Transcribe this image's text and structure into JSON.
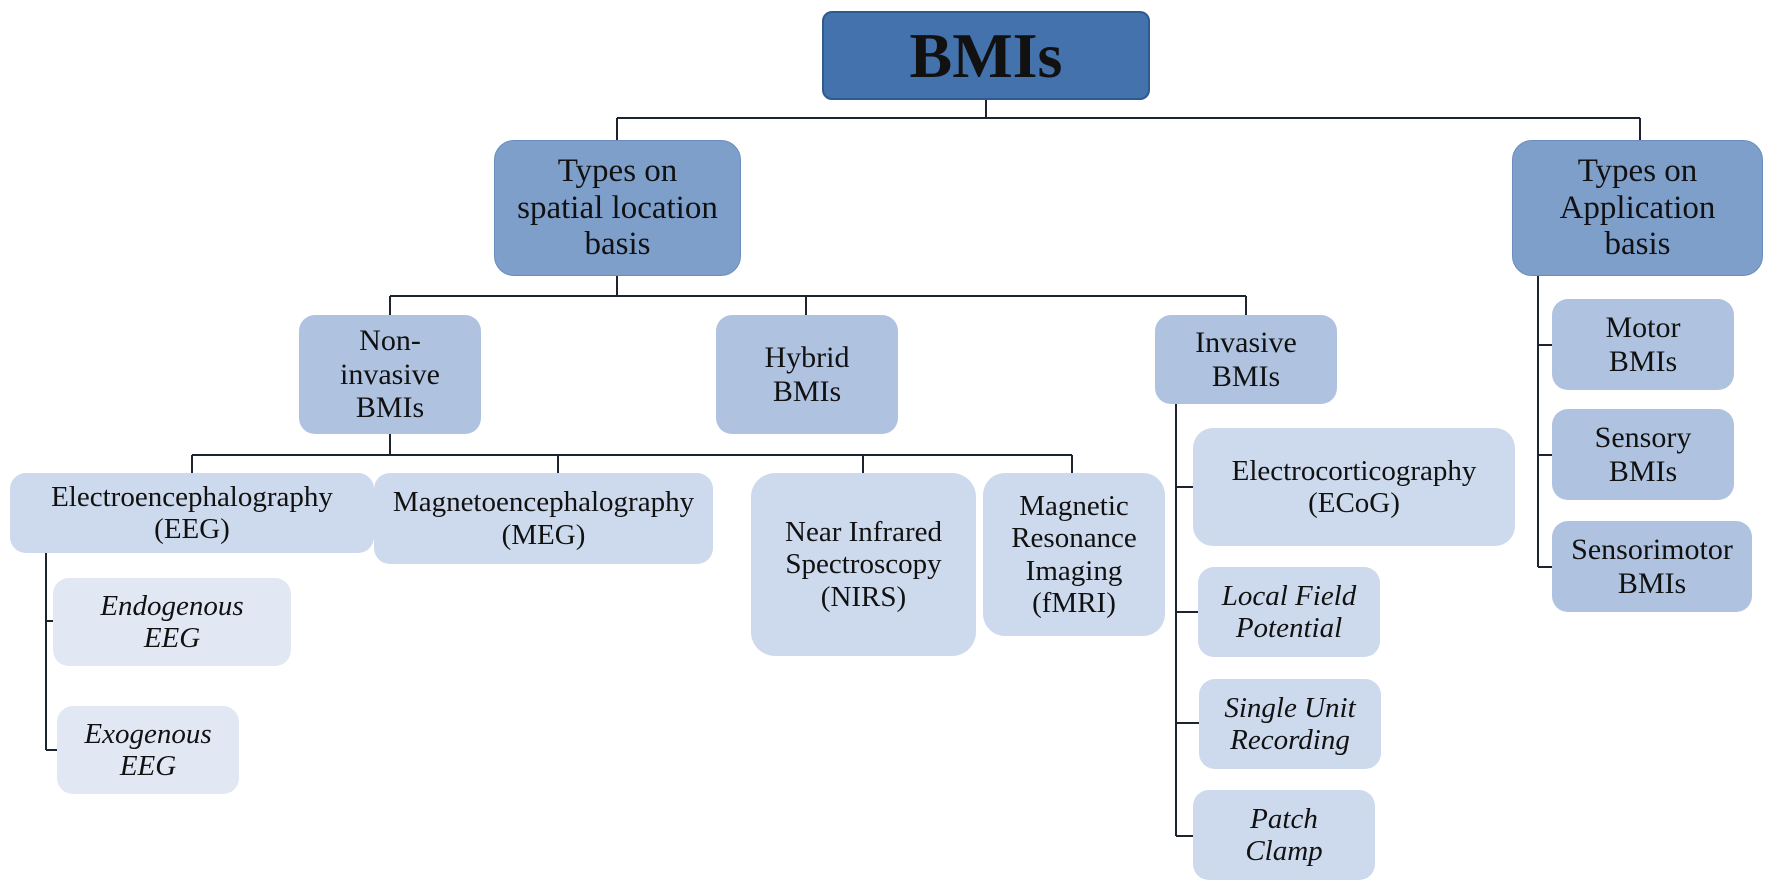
{
  "root": "BMIs",
  "categories": {
    "spatial": "Types on\nspatial location\nbasis",
    "application": "Types on\nApplication\nbasis"
  },
  "spatial_types": {
    "non_invasive": "Non-\ninvasive\nBMIs",
    "hybrid": "Hybrid\nBMIs",
    "invasive": "Invasive\nBMIs"
  },
  "non_invasive_methods": {
    "eeg": "Electroencephalography\n(EEG)",
    "meg": "Magnetoencephalography\n(MEG)",
    "nirs": "Near Infrared\nSpectroscopy\n(NIRS)",
    "fmri": "Magnetic\nResonance\nImaging\n(fMRI)"
  },
  "eeg_types": {
    "endogenous": "Endogenous\nEEG",
    "exogenous": "Exogenous\nEEG"
  },
  "invasive_methods": {
    "ecog": "Electrocorticography\n(ECoG)",
    "lfp": "Local Field\nPotential",
    "sur": "Single Unit\nRecording",
    "patch": "Patch\nClamp"
  },
  "application_types": {
    "motor": "Motor\nBMIs",
    "sensory": "Sensory\nBMIs",
    "sensorimotor": "Sensorimotor\nBMIs"
  }
}
